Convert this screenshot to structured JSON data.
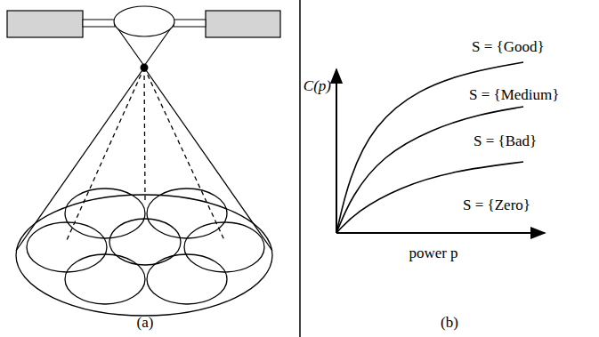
{
  "diagram": {
    "labels": [
      "(a)",
      "C(p)",
      "S = {Good}",
      "S = {Medium}",
      "S = {Bad}",
      "S = {Zero}",
      "power p",
      "(b)"
    ]
  }
}
